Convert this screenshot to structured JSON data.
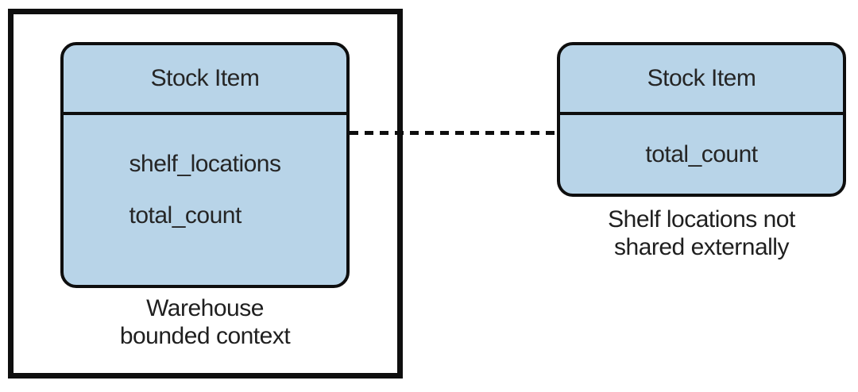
{
  "diagram": {
    "type": "bounded-context-diagram",
    "colors": {
      "entity_fill": "#b8d4e8",
      "stroke": "#0e0e0e",
      "text": "#1f1f1f",
      "background": "#ffffff"
    },
    "warehouse": {
      "caption_line1": "Warehouse",
      "caption_line2": "bounded context",
      "entity": {
        "title": "Stock Item",
        "attributes": [
          "shelf_locations",
          "total_count"
        ]
      }
    },
    "external": {
      "caption_line1": "Shelf locations not",
      "caption_line2": "shared externally",
      "entity": {
        "title": "Stock Item",
        "attributes": [
          "total_count"
        ]
      }
    },
    "connector": {
      "style": "dashed"
    }
  }
}
